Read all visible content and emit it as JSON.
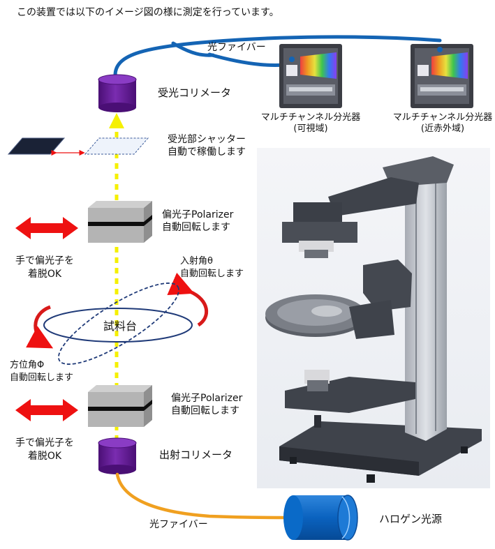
{
  "header": {
    "caption": "この装置では以下のイメージ図の様に測定を行っています。"
  },
  "labels": {
    "fiber_top": "光ファイバー",
    "receiver_collimator": "受光コリメータ",
    "spectrometer_vis_line1": "マルチチャンネル分光器",
    "spectrometer_vis_line2": "(可視域)",
    "spectrometer_nir_line1": "マルチチャンネル分光器",
    "spectrometer_nir_line2": "(近赤外域)",
    "shutter_line1": "受光部シャッター",
    "shutter_line2": "自動で稼働します",
    "polarizer_upper_line1": "偏光子Polarizer",
    "polarizer_upper_line2": "自動回転します",
    "manual_upper_line1": "手で偏光子を",
    "manual_upper_line2": "着脱OK",
    "incidence_line1": "入射角θ",
    "incidence_line2": "自動回転します",
    "sample_stage": "試料台",
    "azimuth_line1": "方位角Φ",
    "azimuth_line2": "自動回転します",
    "polarizer_lower_line1": "偏光子Polarizer",
    "polarizer_lower_line2": "自動回転します",
    "manual_lower_line1": "手で偏光子を",
    "manual_lower_line2": "着脱OK",
    "emitter_collimator": "出射コリメータ",
    "fiber_bottom": "光ファイバー",
    "halogen_source": "ハロゲン光源"
  },
  "colors": {
    "fiber_blue": "#1464b4",
    "fiber_orange": "#f0a020",
    "collimator_purple": "#6a1f9a",
    "beam_yellow": "#f5f000",
    "arrow_red": "#ee1111",
    "ellipse_blue": "#1f3a78",
    "lamp_blue": "#0a6ac8"
  },
  "icons": {
    "spectrometer": "spectrometer-icon",
    "instrument": "goniometer-instrument-icon"
  }
}
